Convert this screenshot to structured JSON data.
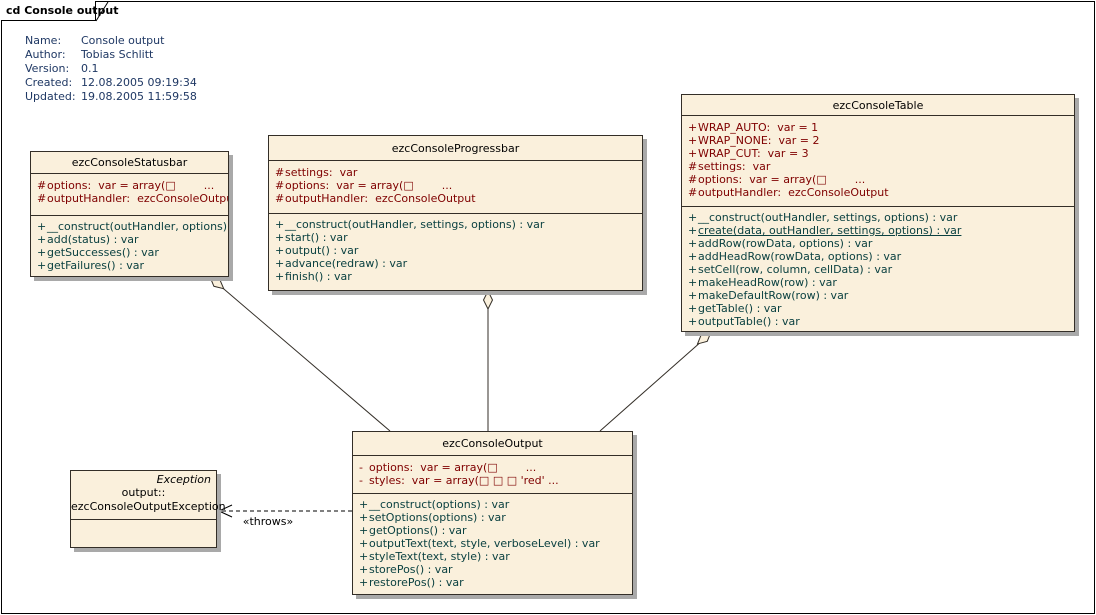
{
  "frame": {
    "tab_label": "cd Console output"
  },
  "metadata": {
    "rows": [
      {
        "label": "Name:",
        "value": "Console output"
      },
      {
        "label": "Author:",
        "value": "Tobias Schlitt"
      },
      {
        "label": "Version:",
        "value": "0.1"
      },
      {
        "label": "Created:",
        "value": "12.08.2005 09:19:34"
      },
      {
        "label": "Updated:",
        "value": "19.08.2005 11:59:58"
      }
    ]
  },
  "classes": [
    {
      "title": "ezcConsoleStatusbar",
      "attributes": [
        {
          "vis": "#",
          "text": "options:  var = array(□        ..."
        },
        {
          "vis": "#",
          "text": "outputHandler:  ezcConsoleOutput"
        }
      ],
      "methods": [
        {
          "vis": "+",
          "text": "__construct(outHandler, options) : var"
        },
        {
          "vis": "+",
          "text": "add(status) : var"
        },
        {
          "vis": "+",
          "text": "getSuccesses() : var"
        },
        {
          "vis": "+",
          "text": "getFailures() : var"
        }
      ]
    },
    {
      "title": "ezcConsoleProgressbar",
      "attributes": [
        {
          "vis": "#",
          "text": "settings:  var"
        },
        {
          "vis": "#",
          "text": "options:  var = array(□        ..."
        },
        {
          "vis": "#",
          "text": "outputHandler:  ezcConsoleOutput"
        }
      ],
      "methods": [
        {
          "vis": "+",
          "text": "__construct(outHandler, settings, options) : var"
        },
        {
          "vis": "+",
          "text": "start() : var"
        },
        {
          "vis": "+",
          "text": "output() : var"
        },
        {
          "vis": "+",
          "text": "advance(redraw) : var"
        },
        {
          "vis": "+",
          "text": "finish() : var"
        }
      ]
    },
    {
      "title": "ezcConsoleTable",
      "attributes": [
        {
          "vis": "+",
          "text": "WRAP_AUTO:  var = 1"
        },
        {
          "vis": "+",
          "text": "WRAP_NONE:  var = 2"
        },
        {
          "vis": "+",
          "text": "WRAP_CUT:  var = 3"
        },
        {
          "vis": "#",
          "text": "settings:  var"
        },
        {
          "vis": "#",
          "text": "options:  var = array(□        ..."
        },
        {
          "vis": "#",
          "text": "outputHandler:  ezcConsoleOutput"
        }
      ],
      "methods": [
        {
          "vis": "+",
          "text": "__construct(outHandler, settings, options) : var"
        },
        {
          "vis": "+",
          "text": "create(data, outHandler, settings, options) : var",
          "underline": true
        },
        {
          "vis": "+",
          "text": "addRow(rowData, options) : var"
        },
        {
          "vis": "+",
          "text": "addHeadRow(rowData, options) : var"
        },
        {
          "vis": "+",
          "text": "setCell(row, column, cellData) : var"
        },
        {
          "vis": "+",
          "text": "makeHeadRow(row) : var"
        },
        {
          "vis": "+",
          "text": "makeDefaultRow(row) : var"
        },
        {
          "vis": "+",
          "text": "getTable() : var"
        },
        {
          "vis": "+",
          "text": "outputTable() : var"
        }
      ]
    },
    {
      "title": "ezcConsoleOutput",
      "attributes": [
        {
          "vis": "-",
          "text": "options:  var = array(□        ..."
        },
        {
          "vis": "-",
          "text": "styles:  var = array(□ □ □ 'red' ..."
        }
      ],
      "methods": [
        {
          "vis": "+",
          "text": "__construct(options) : var"
        },
        {
          "vis": "+",
          "text": "setOptions(options) : var"
        },
        {
          "vis": "+",
          "text": "getOptions() : var"
        },
        {
          "vis": "+",
          "text": "outputText(text, style, verboseLevel) : var"
        },
        {
          "vis": "+",
          "text": "styleText(text, style) : var"
        },
        {
          "vis": "+",
          "text": "storePos() : var"
        },
        {
          "vis": "+",
          "text": "restorePos() : var"
        }
      ]
    }
  ],
  "exception": {
    "stereotype": "Exception",
    "name_line1": "output::",
    "name_line2": "ezcConsoleOutputException"
  },
  "connectors": {
    "throws_label": "«throws»"
  },
  "colors": {
    "box_fill": "#FAF0DC",
    "box_border": "#332E27",
    "shadow": "#A9A9A9",
    "attribute_text": "#7F0000",
    "method_text": "#0B4141",
    "metadata_text": "#1F3864"
  }
}
